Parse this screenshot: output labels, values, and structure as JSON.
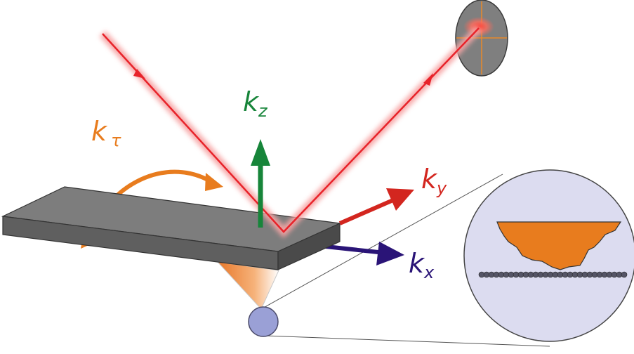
{
  "labels": {
    "k_z": {
      "main": "k",
      "sub": "z"
    },
    "k_y": {
      "main": "k",
      "sub": "y"
    },
    "k_x": {
      "main": "k",
      "sub": "x"
    },
    "k_tau": {
      "main": "k",
      "sub": "τ"
    }
  },
  "colors": {
    "laser": "#e8232a",
    "laser_glow": "#f7a4a4",
    "k_z": "#17853a",
    "k_y": "#d3261f",
    "k_x": "#2a1477",
    "k_tau": "#e87c1e",
    "cantilever_top": "#7d7d7d",
    "cantilever_front": "#5a5a5a",
    "tip": "#f0a060",
    "zoom_circle": "#dcdcf0",
    "sample_atoms": "#555566",
    "detector": "#7f7f7f"
  }
}
